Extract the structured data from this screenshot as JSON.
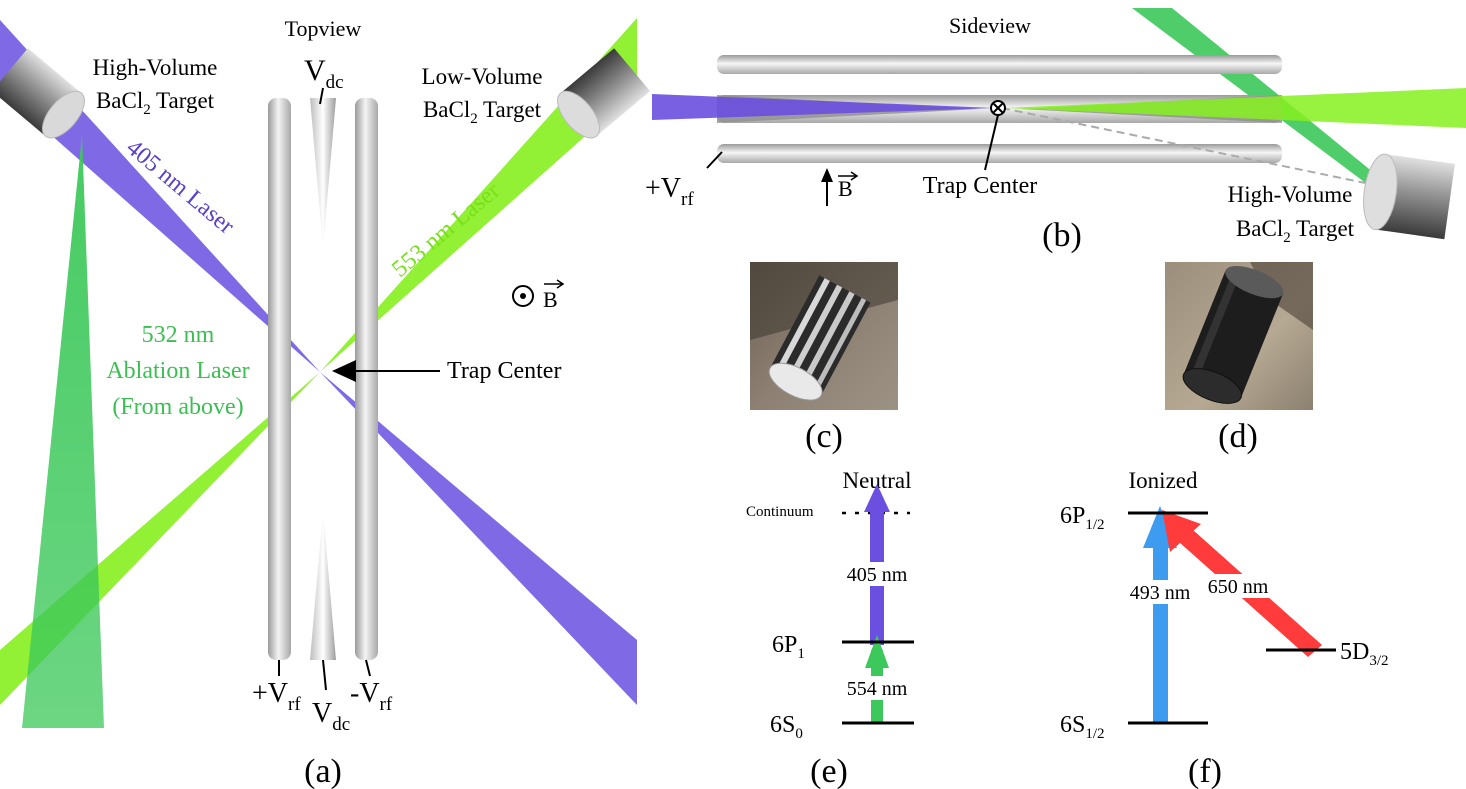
{
  "colors": {
    "violet_laser": "#6a4fe0",
    "green_ablation": "#3cc85a",
    "lime_laser": "#86f01e",
    "red_transition": "#ff3b3b",
    "blue_transition": "#3d9cf0",
    "rod_gray": "#d8d8d8"
  },
  "panel_a": {
    "caption": "(a)",
    "title": "Topview",
    "vdc_top": "V",
    "vdc_top_sub": "dc",
    "high_volume_line1": "High-Volume",
    "high_volume_line2_a": "BaCl",
    "high_volume_line2_sub": "2",
    "high_volume_line2_b": " Target",
    "low_volume_line1": "Low-Volume",
    "low_volume_line2_a": "BaCl",
    "low_volume_line2_sub": "2",
    "low_volume_line2_b": " Target",
    "laser_405": "405 nm Laser",
    "laser_553": "553 nm Laser",
    "ablation_line1": "532 nm",
    "ablation_line2": "Ablation Laser",
    "ablation_line3": "(From above)",
    "trap_center": "Trap Center",
    "b_field": "B",
    "plus_vrf": "+V",
    "plus_vrf_sub": "rf",
    "vdc_bottom": "V",
    "vdc_bottom_sub": "dc",
    "minus_vrf": "-V",
    "minus_vrf_sub": "rf"
  },
  "panel_b": {
    "caption": "(b)",
    "title": "Sideview",
    "plus_vrf": "+V",
    "plus_vrf_sub": "rf",
    "b_field": "B",
    "trap_center": "Trap Center",
    "high_volume_line1": "High-Volume",
    "high_volume_line2_a": "BaCl",
    "high_volume_line2_sub": "2",
    "high_volume_line2_b": " Target"
  },
  "panel_c": {
    "caption": "(c)"
  },
  "panel_d": {
    "caption": "(d)"
  },
  "panel_e": {
    "caption": "(e)",
    "title": "Neutral",
    "continuum": "Continuum",
    "transition_405": "405 nm",
    "transition_554": "554 nm",
    "level_6p1": "6P",
    "level_6p1_sub": "1",
    "level_6s0": "6S",
    "level_6s0_sub": "0"
  },
  "panel_f": {
    "caption": "(f)",
    "title": "Ionized",
    "transition_493": "493 nm",
    "transition_650": "650 nm",
    "level_6p12": "6P",
    "level_6p12_sub": "1/2",
    "level_5d32": "5D",
    "level_5d32_sub": "3/2",
    "level_6s12": "6S",
    "level_6s12_sub": "1/2"
  }
}
